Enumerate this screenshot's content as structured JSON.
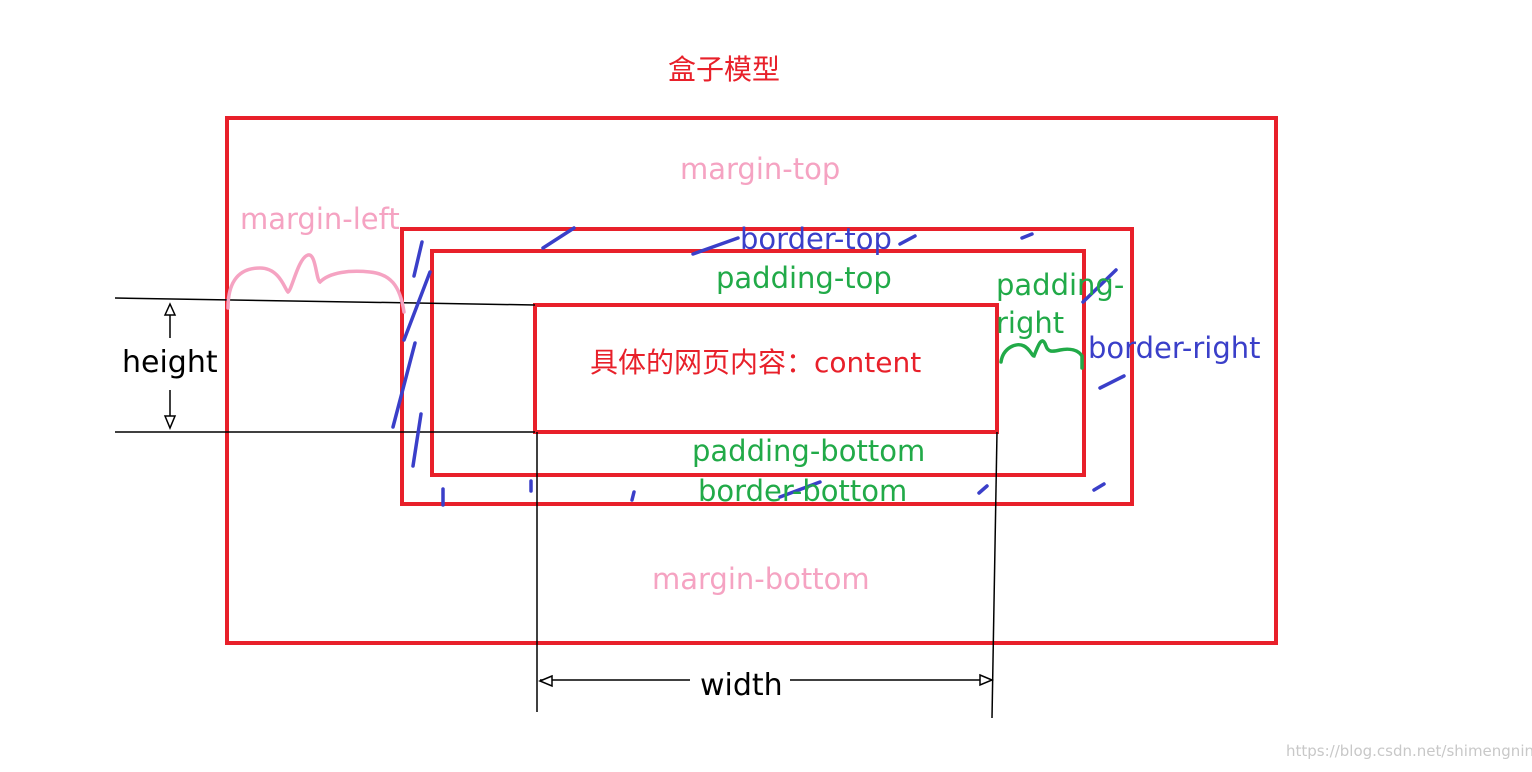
{
  "title": "盒子模型",
  "labels": {
    "margin_top": "margin-top",
    "margin_left": "margin-left",
    "margin_bottom": "margin-bottom",
    "border_top": "border-top",
    "border_right": "border-right",
    "border_bottom": "border-bottom",
    "padding_top": "padding-top",
    "padding_right": "padding-right",
    "padding_bottom": "padding-bottom",
    "content": "具体的网页内容：content",
    "height": "height",
    "width": "width"
  },
  "watermark": "https://blog.csdn.net/shimengning",
  "colors": {
    "box_outline": "#e8202a",
    "margin_text": "#f5a3c2",
    "border_text": "#3a3fc9",
    "padding_text": "#21aa48",
    "border_marks": "#3a3fc9",
    "dimension_lines": "#000000",
    "watermark": "#c8c8c8"
  }
}
